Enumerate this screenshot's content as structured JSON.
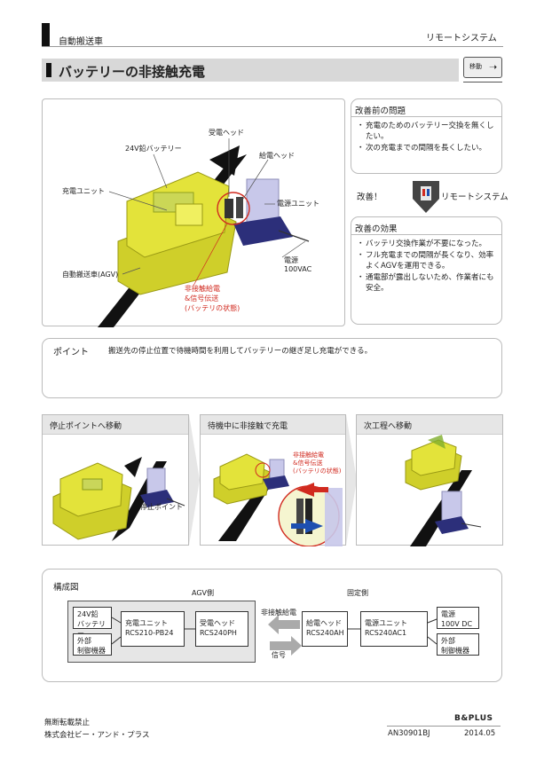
{
  "header": {
    "category": "自動搬送車",
    "system": "リモートシステム",
    "title": "バッテリーの非接触充電",
    "badge": "移動"
  },
  "illustration": {
    "labels": {
      "receiver_head": "受電ヘッド",
      "battery": "24V鉛バッテリー",
      "feeder_head": "給電ヘッド",
      "charge_unit": "充電ユニット",
      "power_unit": "電源ユニット",
      "power_source": "電源",
      "power_source_spec": "100VAC",
      "agv": "自動搬送車(AGV)",
      "noncontact_line1": "非接触給電",
      "noncontact_line2": "&信号伝送",
      "noncontact_line3": "(バッテリの状態)"
    }
  },
  "before": {
    "title": "改善前の問題",
    "items": [
      "充電のためのバッテリー交換を無くしたい。",
      "次の充電までの間隔を長くしたい。"
    ]
  },
  "improve": {
    "label": "改善！",
    "system": "リモートシステム"
  },
  "after": {
    "title": "改善の効果",
    "items": [
      "バッテリ交換作業が不要になった。",
      "フル充電までの間隔が長くなり、効率よくAGVを運用できる。",
      "通電部が露出しないため、作業者にも安全。"
    ]
  },
  "point": {
    "label": "ポイント",
    "text": "搬送先の停止位置で待機時間を利用してバッテリーの継ぎ足し充電ができる。"
  },
  "steps": [
    {
      "title": "停止ポイントへ移動",
      "label": "停止ポイント"
    },
    {
      "title": "待機中に非接触で充電",
      "label_line1": "非接触給電",
      "label_line2": "&信号伝送",
      "label_line3": "(バッテリの状態)"
    },
    {
      "title": "次工程へ移動"
    }
  ],
  "diagram": {
    "title": "構成図",
    "agv_side": "AGV側",
    "fixed_side": "固定側",
    "battery_line1": "24V鉛",
    "battery_line2": "バッテリー",
    "charge_unit_line1": "充電ユニット",
    "charge_unit_line2": "RCS210-PB24",
    "receiver_line1": "受電ヘッド",
    "receiver_line2": "RCS240PH",
    "ext_ctrl_left_line1": "外部",
    "ext_ctrl_left_line2": "制御機器",
    "noncontact": "非接触給電",
    "signal": "信号",
    "feeder_line1": "給電ヘッド",
    "feeder_line2": "RCS240AH",
    "power_unit_line1": "電源ユニット",
    "power_unit_line2": "RCS240AC1",
    "power_line1": "電源",
    "power_line2": "100V DC",
    "ext_ctrl_right_line1": "外部",
    "ext_ctrl_right_line2": "制御機器"
  },
  "footer": {
    "notice": "無断転載禁止",
    "company": "株式会社ビー・アンド・プラス",
    "logo": "B&PLUS",
    "doc_id": "AN30901BJ",
    "date": "2014.05"
  },
  "colors": {
    "agv_yellow": "#e3e33a",
    "feeder_lavender": "#c8c8ea",
    "base_navy": "#2c2f7a",
    "accent_red": "#d12a1f",
    "accent_blue": "#1d4fb0"
  }
}
